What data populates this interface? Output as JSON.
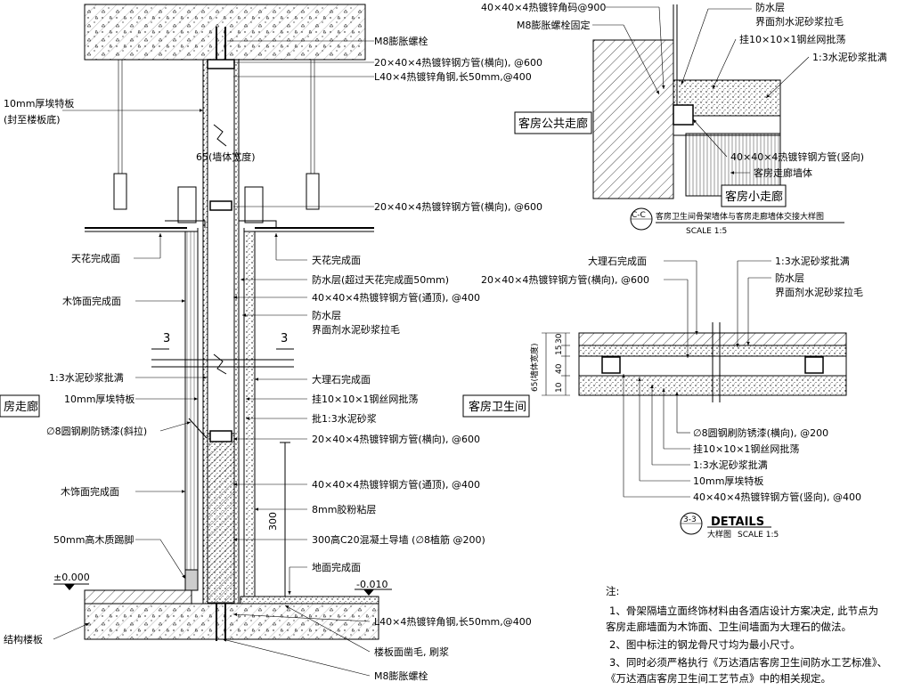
{
  "main_section": {
    "left_labels": {
      "plate_10mm_a": "10mm厚埃特板",
      "plate_10mm_b": "(封至楼板底)",
      "ceiling_finish": "天花完成面",
      "wood_finish_1": "木饰面完成面",
      "mortar": "1:3水泥砂浆批满",
      "plate_10mm_2": "10mm厚埃特板",
      "round_bar": "∅8圆钢刷防锈漆(斜拉)",
      "wood_finish_2": "木饰面完成面",
      "skirting": "50mm高木质踢脚",
      "level_zero": "±0.000",
      "structure_slab": "结构楼板",
      "corridor_tag": "房走廊",
      "section_mark": "3"
    },
    "right_labels": {
      "m8_bolt_top": "M8膨胀螺栓",
      "tube_20x40_h1": "20×40×4热镀锌钢方管(横向), @600",
      "angle_top": "L40×4热镀锌角钢,长50mm,@400",
      "wall_width": "65(墙体宽度)",
      "tube_20x40_h2": "20×40×4热镀锌钢方管(横向), @600",
      "ceiling_finish_r": "天花完成面",
      "waterproof_over": "防水层(超过天花完成面50mm)",
      "tube_40x40_full": "40×40×4热镀锌钢方管(通顶), @400",
      "waterproof": "防水层",
      "interface_agent": "界面剂水泥砂浆拉毛",
      "marble_finish": "大理石完成面",
      "mesh": "挂10×10×1钢丝网批荡",
      "mortar_batch": "批1:3水泥砂浆",
      "tube_20x40_h3": "20×40×4热镀锌钢方管(横向), @600",
      "tube_40x40_full2": "40×40×4热镀锌钢方管(通顶), @400",
      "glue_layer": "8mm胶粉粘层",
      "concrete_wall": "300高C20混凝土导墙 (∅8植筋 @200)",
      "floor_finish": "地面完成面",
      "level_minus": "-0.010",
      "angle_bottom": "L40×4热镀锌角钢,长50mm,@400",
      "slab_chisel": "楼板面凿毛, 刷浆",
      "m8_bolt_bottom": "M8膨胀螺栓",
      "dim_300": "300"
    },
    "room_tag": "客房卫生间"
  },
  "detail_c": {
    "labels": {
      "angle_code": "40×40×4热镀锌角码@900",
      "m8_fix": "M8膨胀螺栓固定",
      "waterproof": "防水层",
      "interface": "界面剂水泥砂浆拉毛",
      "mesh": "挂10×10×1钢丝网批荡",
      "mortar": "1:3水泥砂浆批满",
      "tube_vertical": "40×40×4热镀锌钢方管(竖向)",
      "corridor_wall": "客房走廊墙体",
      "public_corridor": "客房公共走廊",
      "small_corridor": "客房小走廊"
    },
    "title": "客房卫生间骨架墙体与客房走廊墙体交接大样图",
    "mark": "C-C",
    "scale": "SCALE 1:5"
  },
  "detail_3": {
    "labels": {
      "marble": "大理石完成面",
      "tube_h": "20×40×4热镀锌钢方管(横向), @600",
      "mortar": "1:3水泥砂浆批满",
      "waterproof": "防水层",
      "interface": "界面剂水泥砂浆拉毛",
      "round_bar": "∅8圆钢刷防锈漆(横向), @200",
      "mesh": "挂10×10×1钢丝网批荡",
      "mortar2": "1:3水泥砂浆批满",
      "plate": "10mm厚埃特板",
      "tube_v": "40×40×4热镀锌钢方管(竖向), @400",
      "dim_65": "65(墙体宽度)",
      "dim_10": "10",
      "dim_40": "40",
      "dim_15": "15",
      "dim_30": "30"
    },
    "title": "DETAILS",
    "subtitle": "大样图",
    "scale": "SCALE 1:5",
    "mark": "3-3"
  },
  "notes": {
    "heading": "注:",
    "lines": [
      "1、骨架隔墙立面终饰材料由各酒店设计方案决定, 此节点为",
      "客房走廊墙面为木饰面、卫生间墙面为大理石的做法。",
      "2、图中标注的钢龙骨尺寸均为最小尺寸。",
      "3、同时必须严格执行《万达酒店客房卫生间防水工艺标准》、",
      "《万达酒店客房卫生间工艺节点》中的相关规定。"
    ]
  }
}
